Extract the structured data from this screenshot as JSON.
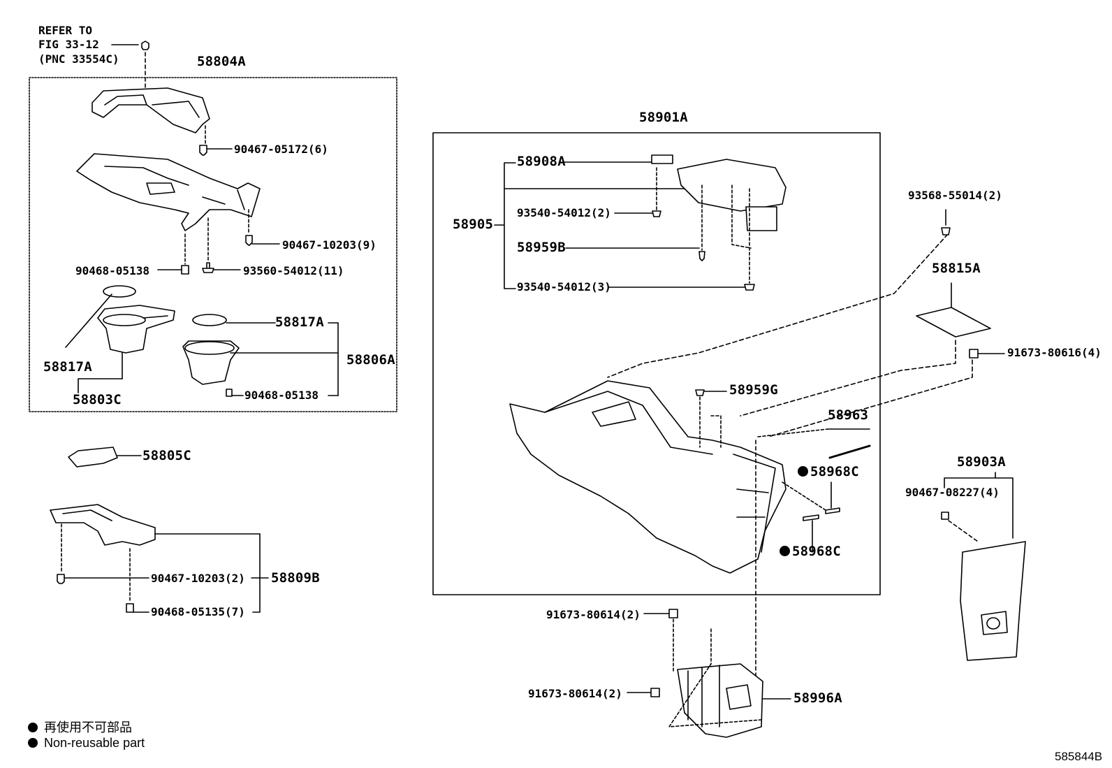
{
  "figure_id": "585844B",
  "refer": {
    "line1": "REFER TO",
    "line2": "FIG 33-12",
    "line3": "(PNC 33554C)"
  },
  "groups": {
    "g1": "58804A",
    "g2": "58901A"
  },
  "labels": {
    "p90467_05172": "90467-05172(6)",
    "p90467_10203_9": "90467-10203(9)",
    "p90468_05138_a": "90468-05138",
    "p93560_54012": "93560-54012(11)",
    "p58817A_right": "58817A",
    "p58817A_left": "58817A",
    "p58806A": "58806A",
    "p90468_05138_b": "90468-05138",
    "p58803C": "58803C",
    "p58805C": "58805C",
    "p90467_10203_2": "90467-10203(2)",
    "p58809B": "58809B",
    "p90468_05135": "90468-05135(7)",
    "p58908A": "58908A",
    "p58905": "58905",
    "p93540_54012_2": "93540-54012(2)",
    "p58959B": "58959B",
    "p93540_54012_3": "93540-54012(3)",
    "p58959G": "58959G",
    "p58963": "58963",
    "p58968C_a": "58968C",
    "p58968C_b": "58968C",
    "p93568_55014": "93568-55014(2)",
    "p58815A": "58815A",
    "p91673_80616": "91673-80616(4)",
    "p58903A": "58903A",
    "p90467_08227": "90467-08227(4)",
    "p91673_80614_a": "91673-80614(2)",
    "p91673_80614_b": "91673-80614(2)",
    "p58996A": "58996A"
  },
  "legend": {
    "jp": "再使用不可部品",
    "en": "Non-reusable part"
  }
}
